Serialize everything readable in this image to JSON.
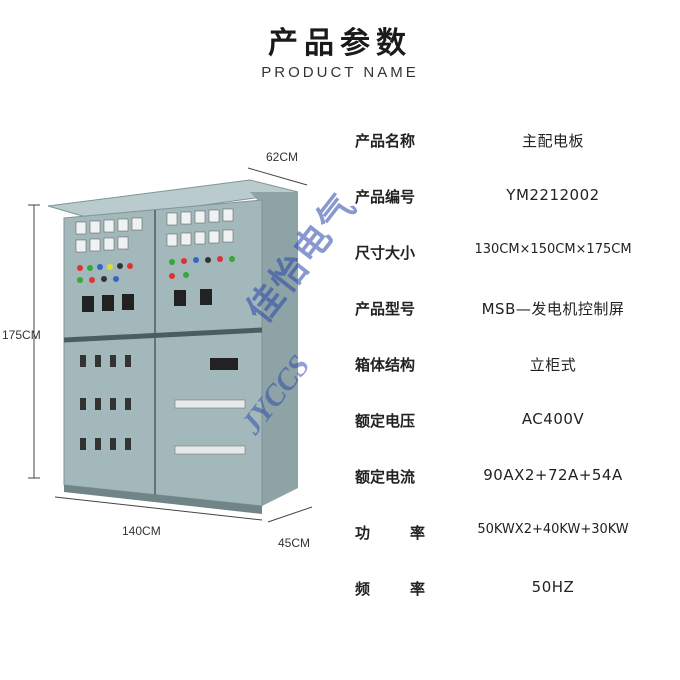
{
  "header": {
    "title": "产品参数",
    "subtitle": "PRODUCT NAME"
  },
  "dimensions": {
    "width": "140CM",
    "depth_top": "62CM",
    "height": "175CM",
    "depth_bottom": "45CM"
  },
  "specs": [
    {
      "label": "产品名称",
      "value": "主配电板"
    },
    {
      "label": "产品编号",
      "value": "YM2212002"
    },
    {
      "label": "尺寸大小",
      "value": "130CM×150CM×175CM"
    },
    {
      "label": "产品型号",
      "value": "MSB—发电机控制屏"
    },
    {
      "label": "箱体结构",
      "value": "立柜式"
    },
    {
      "label": "额定电压",
      "value": "AC400V"
    },
    {
      "label": "额定电流",
      "value": "90AX2+72A+54A"
    },
    {
      "label": "功   率",
      "value": "50KWX2+40KW+30KW"
    },
    {
      "label": "频   率",
      "value": "50HZ"
    }
  ],
  "watermark": {
    "text": "佳怡电气",
    "logo": "JYCCS"
  },
  "colors": {
    "cabinet": "#9fb4b6",
    "cabinet_dark": "#7e9597",
    "watermark": "#2846aa"
  }
}
